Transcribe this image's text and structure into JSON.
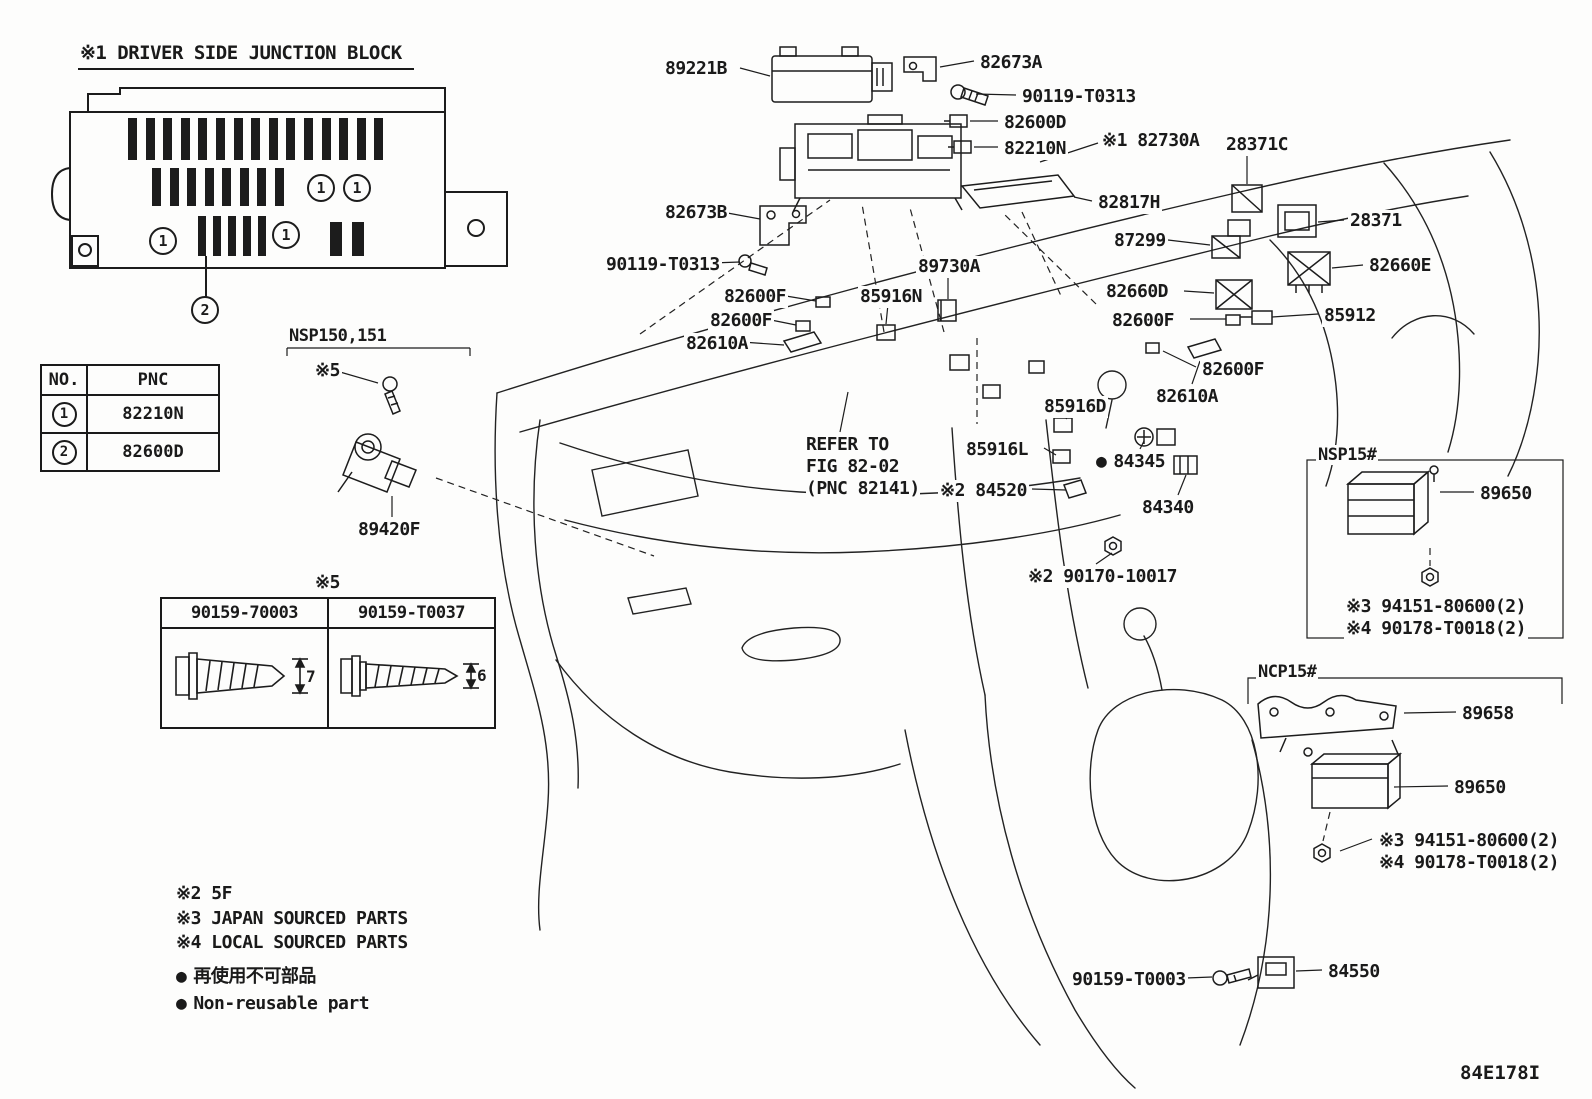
{
  "drawing_code": "84E178I",
  "callouts": {
    "one": "1",
    "two": "2"
  },
  "icons": {
    "dot": "●"
  },
  "junction_block": {
    "title": "※1 DRIVER SIDE JUNCTION BLOCK"
  },
  "pnc_table": {
    "col_no": "NO.",
    "col_pnc": "PNC",
    "rows": [
      {
        "no": "1",
        "pnc": "82210N"
      },
      {
        "no": "2",
        "pnc": "82600D"
      }
    ]
  },
  "fastener_table": {
    "left_part": "90159-70003",
    "right_part": "90159-T0037",
    "left_dim": "7",
    "right_dim": "6"
  },
  "section_boxes": {
    "nsp150": "NSP150,151",
    "nsp15": "NSP15#",
    "ncp15": "NCP15#"
  },
  "labels": {
    "p89221b": "89221B",
    "p82673a": "82673A",
    "p90119t0313": "90119-T0313",
    "p82600d": "82600D",
    "p82210n": "82210N",
    "p82730a": "※1 82730A",
    "p28371c": "28371C",
    "p82817h": "82817H",
    "p28371": "28371",
    "p87299": "87299",
    "p82660e": "82660E",
    "p82673b": "82673B",
    "p89730a": "89730A",
    "p85916n": "85916N",
    "p82660d": "82660D",
    "p82600f": "82600F",
    "p82610a": "82610A",
    "p85912": "85912",
    "p85916d": "85916D",
    "p85916l": "85916L",
    "p84345": "84345",
    "p84520": "※2 84520",
    "p84340": "84340",
    "p89420f": "89420F",
    "p90170": "※2 90170-10017",
    "p89650": "89650",
    "p89658": "89658",
    "p90159t0003": "90159-T0003",
    "p84550": "84550"
  },
  "refer_note": {
    "line1": "REFER TO",
    "line2": "FIG 82-02",
    "line3": "(PNC 82141)"
  },
  "notes": {
    "note5": "※5",
    "note2_5f": "※2 5F",
    "note3_japan": "※3 JAPAN SOURCED PARTS",
    "note4_local": "※4 LOCAL SOURCED PARTS",
    "nonreusable_jp": "再使用不可部品",
    "nonreusable_en": "Non-reusable part",
    "fastener_note_3": "※3 94151-80600(2)",
    "fastener_note_4": "※4 90178-T0018(2)"
  }
}
